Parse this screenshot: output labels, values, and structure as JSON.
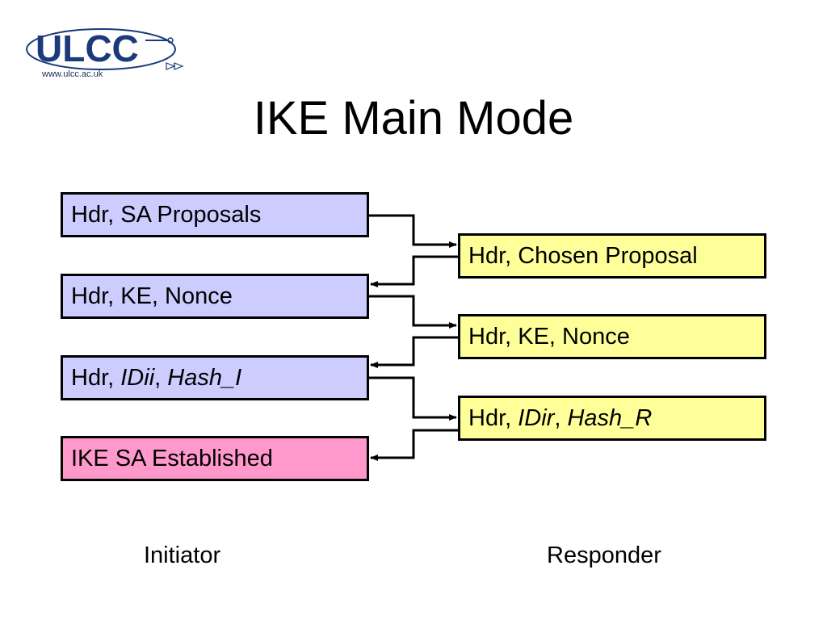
{
  "logo": {
    "text": "ULCC",
    "url": "www.ulcc.ac.uk"
  },
  "title": "IKE Main Mode",
  "initiator_messages": [
    {
      "parts": [
        "Hdr, SA Proposals"
      ]
    },
    {
      "parts": [
        "Hdr, KE, Nonce"
      ]
    },
    {
      "prefix": "Hdr, ",
      "em1": "IDii",
      "sep": ", ",
      "em2": "Hash_I"
    },
    {
      "parts": [
        "IKE SA Established"
      ]
    }
  ],
  "responder_messages": [
    {
      "parts": [
        "Hdr, Chosen Proposal"
      ]
    },
    {
      "parts": [
        "Hdr, KE, Nonce"
      ]
    },
    {
      "prefix": "Hdr, ",
      "em1": "IDir",
      "sep": ", ",
      "em2": "Hash_R"
    }
  ],
  "roles": {
    "initiator": "Initiator",
    "responder": "Responder"
  },
  "colors": {
    "initiator_box": "#ccccff",
    "responder_box": "#ffff99",
    "established_box": "#ff99cc",
    "logo_blue": "#1a3a7a"
  }
}
